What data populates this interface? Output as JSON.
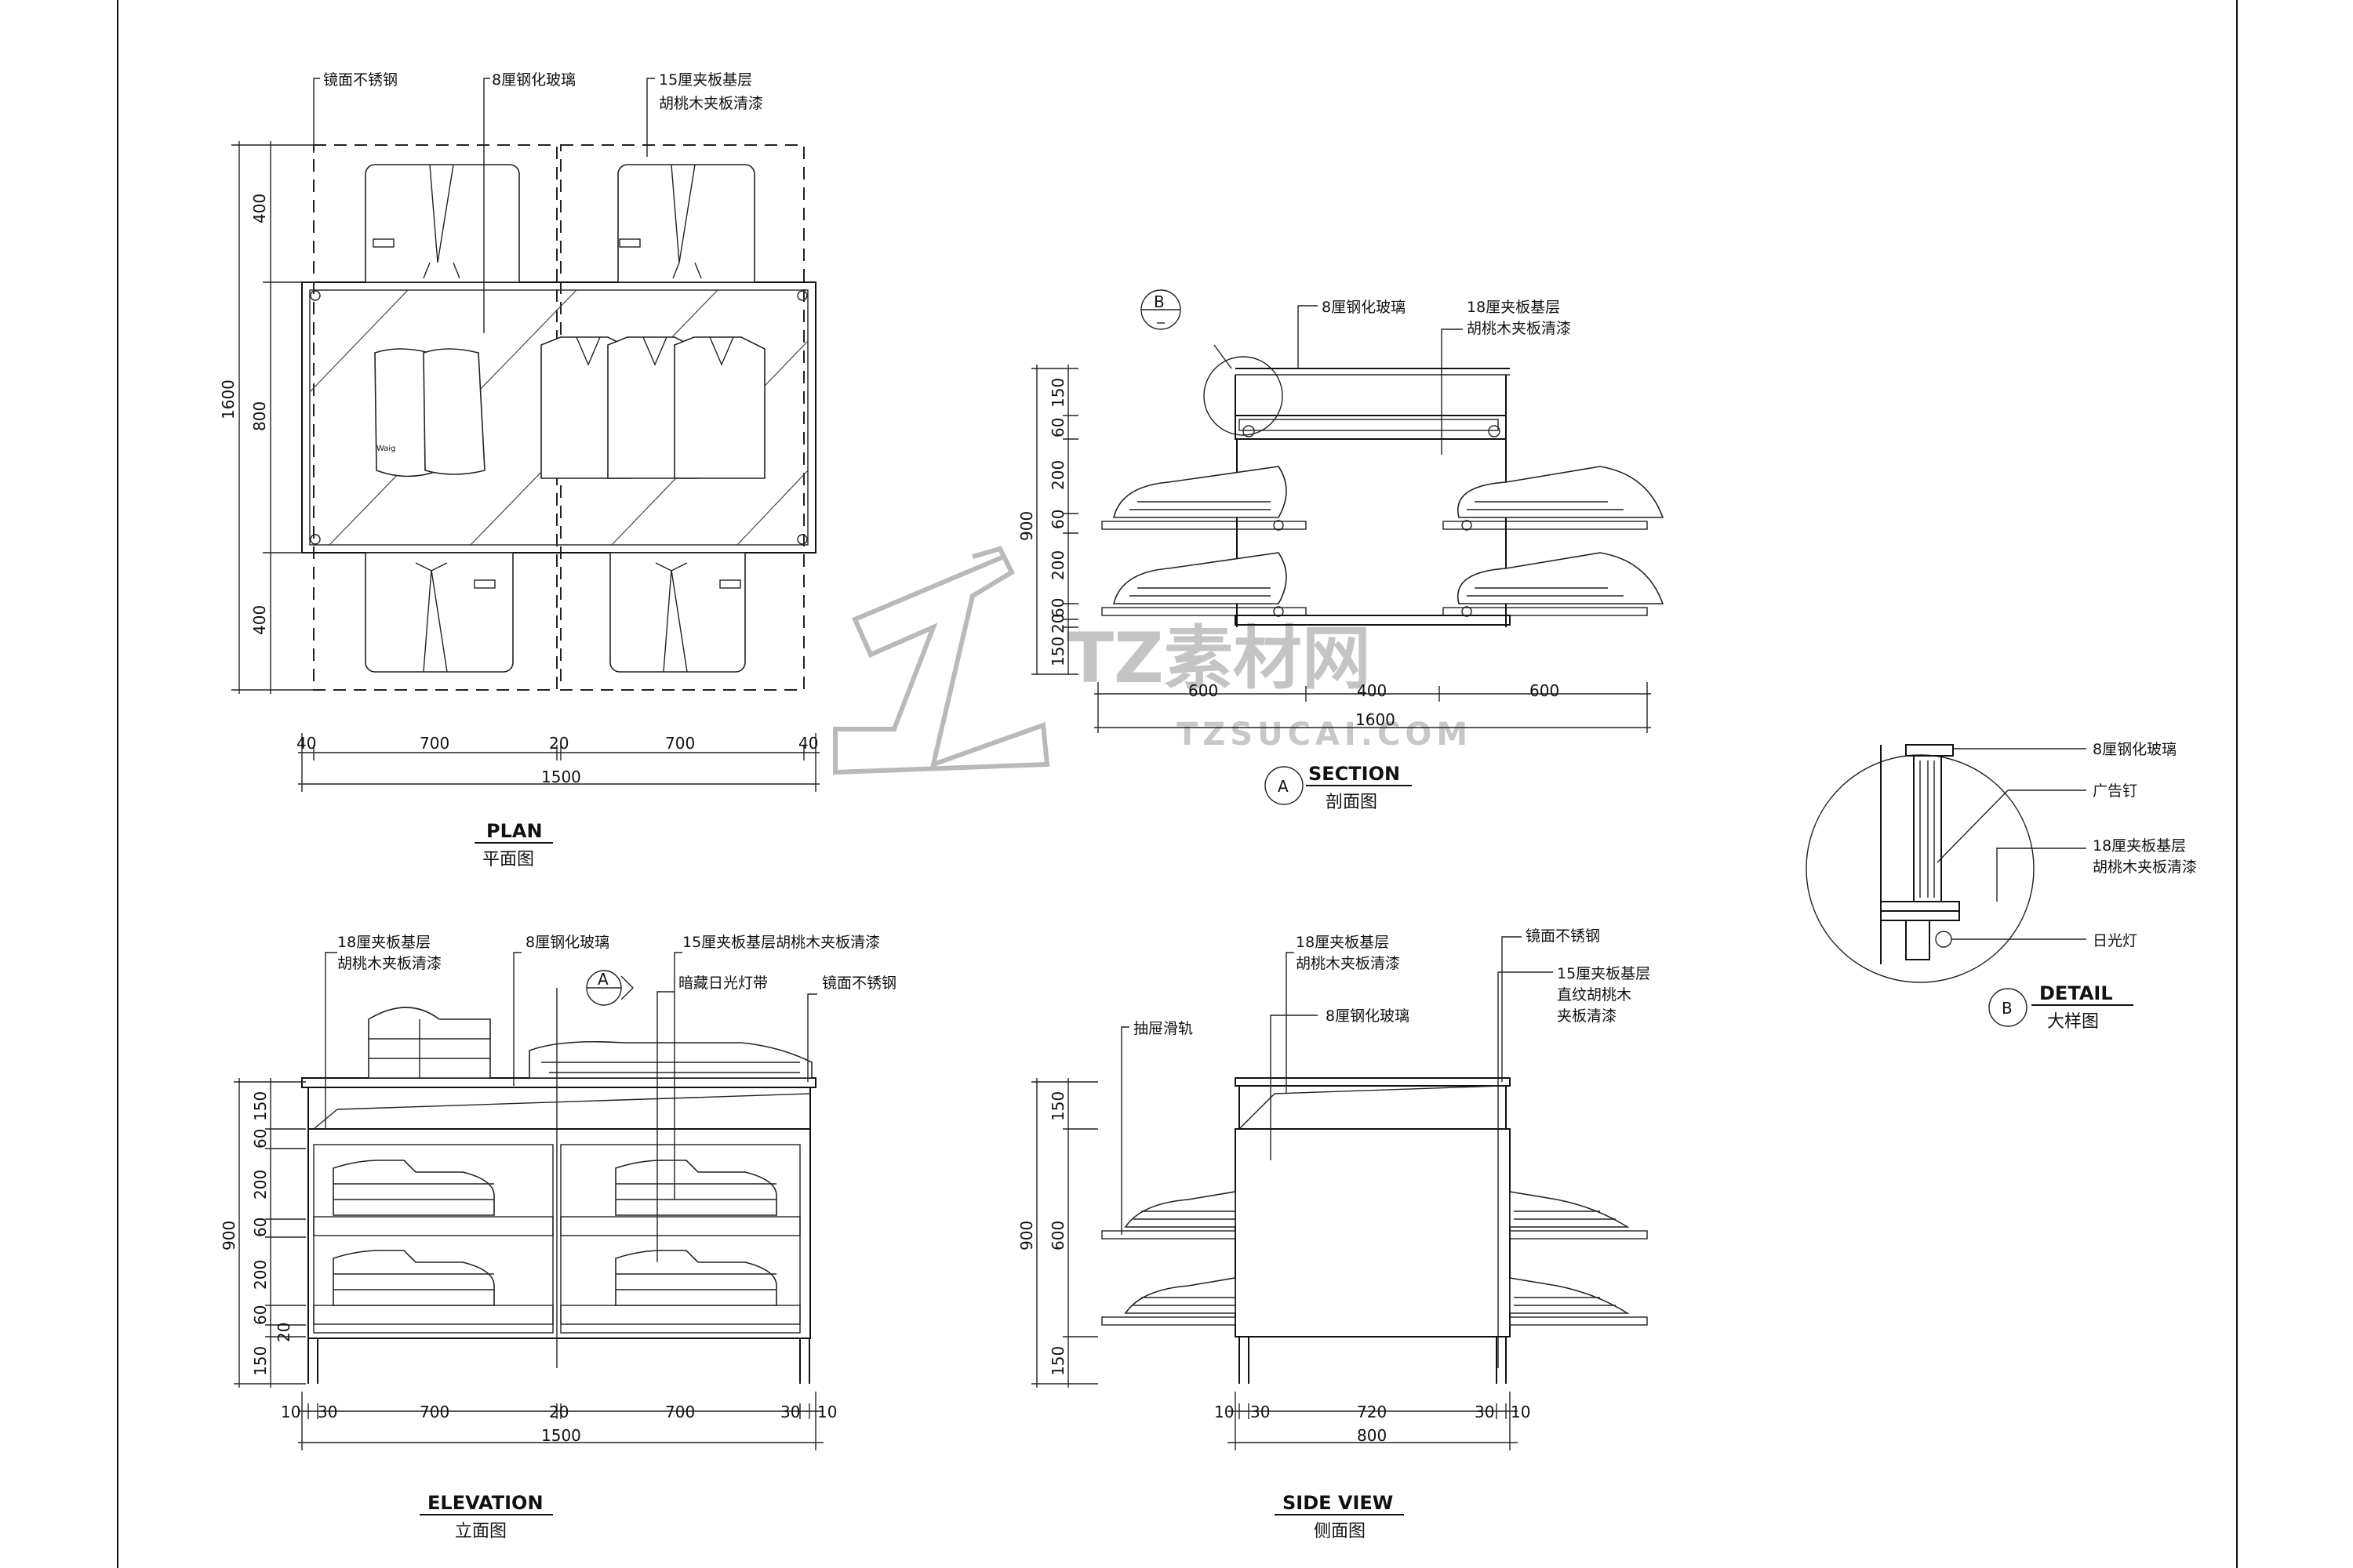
{
  "watermark": {
    "brand": "TZ素材网",
    "url": "TZSUCAI.COM"
  },
  "plan": {
    "title": "PLAN",
    "subtitle": "平面图",
    "notes": [
      "镜面不锈钢",
      "8厘钢化玻璃",
      "15厘夹板基层",
      "胡桃木夹板清漆"
    ],
    "dims_v": [
      "1600",
      "400",
      "800",
      "400"
    ],
    "dims_h": [
      "40",
      "700",
      "20",
      "700",
      "40",
      "1500"
    ]
  },
  "section": {
    "title": "SECTION",
    "subtitle": "剖面图",
    "marker": "A",
    "detail_marker": "B",
    "notes": [
      "8厘钢化玻璃",
      "18厘夹板基层",
      "胡桃木夹板清漆"
    ],
    "dims_v": [
      "900",
      "150",
      "60",
      "200",
      "60",
      "200",
      "60",
      "20",
      "150"
    ],
    "dims_h": [
      "600",
      "400",
      "600",
      "1600"
    ]
  },
  "detail": {
    "title": "DETAIL",
    "subtitle": "大样图",
    "marker": "B",
    "notes": [
      "8厘钢化玻璃",
      "广告钉",
      "18厘夹板基层",
      "胡桃木夹板清漆",
      "日光灯"
    ]
  },
  "elevation": {
    "title": "ELEVATION",
    "subtitle": "立面图",
    "marker": "A",
    "notes": [
      "18厘夹板基层",
      "胡桃木夹板清漆",
      "8厘钢化玻璃",
      "15厘夹板基层胡桃木夹板清漆",
      "暗藏日光灯带",
      "镜面不锈钢"
    ],
    "dims_v": [
      "900",
      "150",
      "60",
      "200",
      "60",
      "200",
      "60",
      "20",
      "150"
    ],
    "dims_h": [
      "10",
      "30",
      "700",
      "20",
      "700",
      "30",
      "10",
      "1500"
    ]
  },
  "side_view": {
    "title": "SIDE VIEW",
    "subtitle": "侧面图",
    "notes": [
      "18厘夹板基层",
      "胡桃木夹板清漆",
      "8厘钢化玻璃",
      "抽屉滑轨",
      "镜面不锈钢",
      "15厘夹板基层",
      "直纹胡桃木",
      "夹板清漆"
    ],
    "dims_v": [
      "900",
      "150",
      "600",
      "150"
    ],
    "dims_h": [
      "10",
      "30",
      "720",
      "30",
      "10",
      "800"
    ]
  }
}
